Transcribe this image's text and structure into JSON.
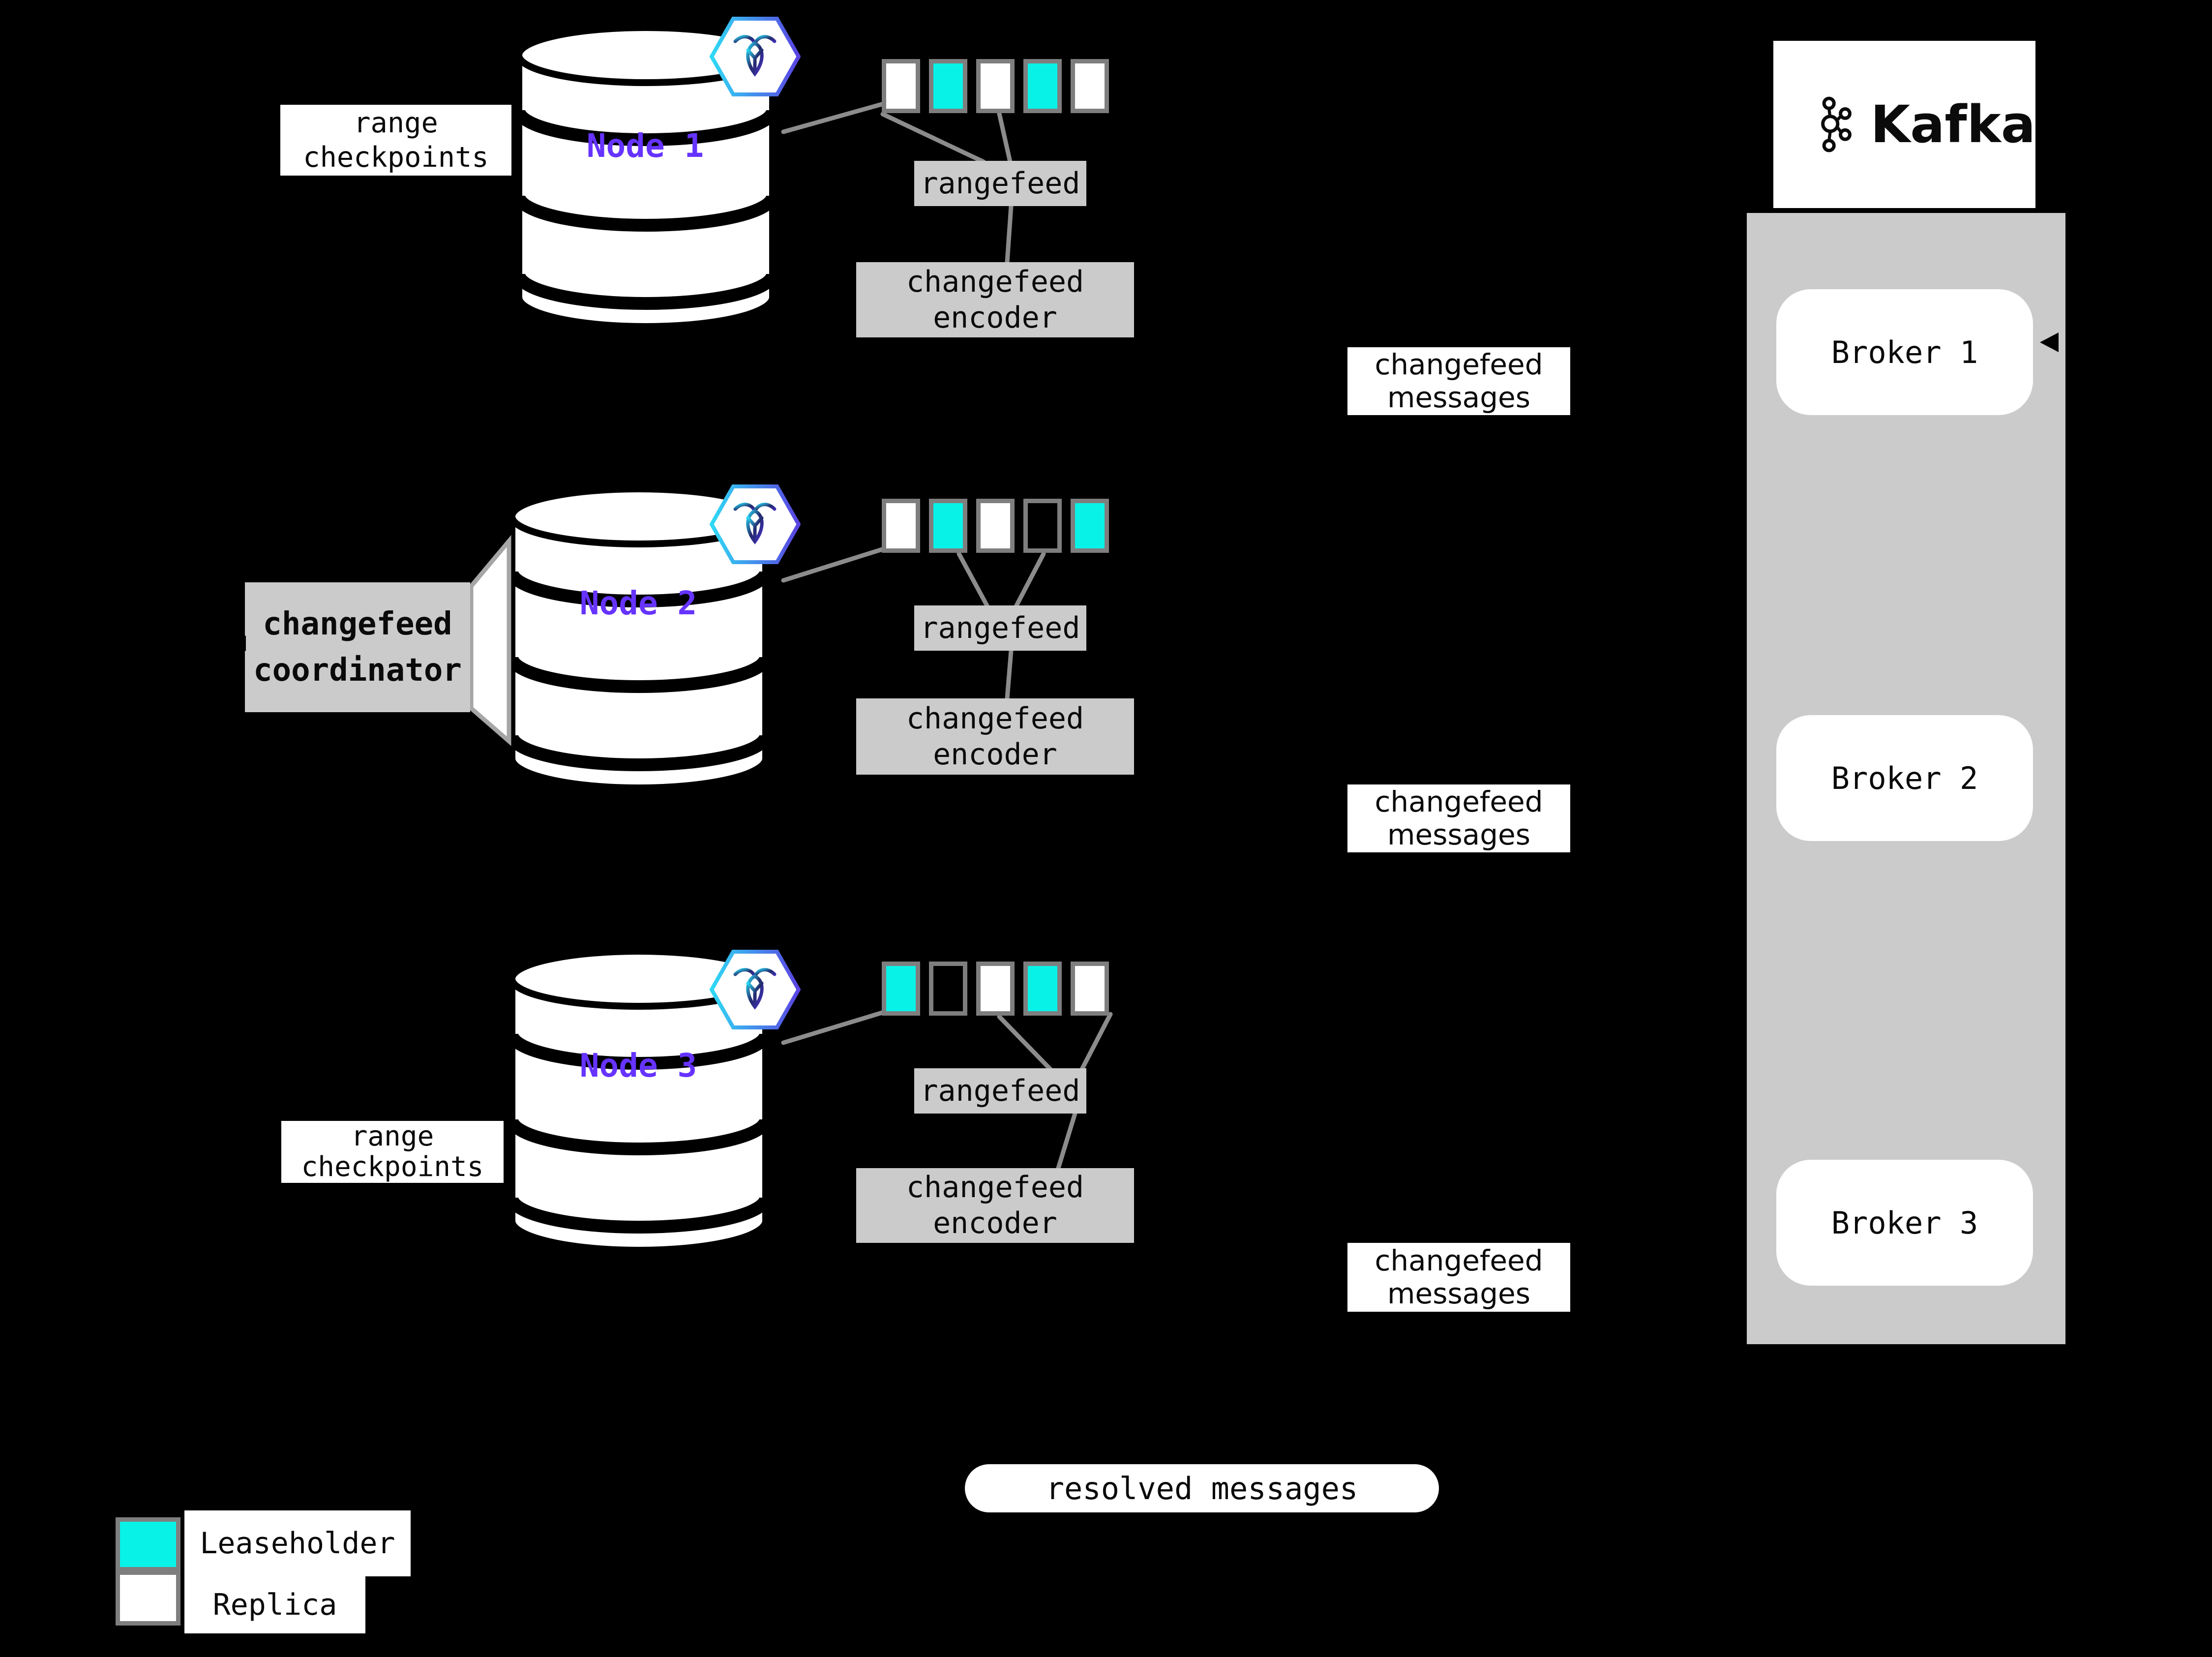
{
  "nodes": [
    {
      "label": "Node 1",
      "ranges": [
        "replica",
        "leaseholder",
        "replica",
        "leaseholder",
        "replica"
      ]
    },
    {
      "label": "Node 2",
      "ranges": [
        "replica",
        "leaseholder",
        "replica",
        "empty",
        "leaseholder"
      ]
    },
    {
      "label": "Node 3",
      "ranges": [
        "leaseholder",
        "empty",
        "replica",
        "leaseholder",
        "replica"
      ]
    }
  ],
  "labels": {
    "range_checkpoints": "range checkpoints",
    "rangefeed": "rangefeed",
    "changefeed_encoder": "changefeed encoder",
    "changefeed_messages": "changefeed messages",
    "changefeed_coordinator": "changefeed coordinator",
    "resolved_messages": "resolved messages"
  },
  "kafka": {
    "title": "Kafka",
    "brokers": [
      "Broker 1",
      "Broker 2",
      "Broker 3"
    ]
  },
  "legend": {
    "leaseholder": "Leaseholder",
    "replica": "Replica"
  },
  "colors": {
    "leaseholder": "#09f2e8",
    "replica": "#ffffff",
    "panel_gray": "#cbcbcb",
    "node_label": "#6633ff",
    "connector": "#8c8c8c",
    "background": "#000000"
  }
}
